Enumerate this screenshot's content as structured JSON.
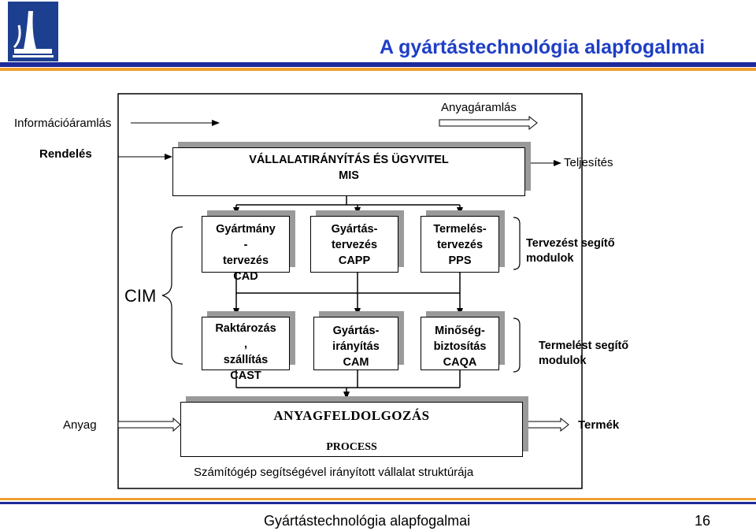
{
  "title": "A gyártástechnológia alapfogalmai",
  "labels": {
    "information_flow": "Információáramlás",
    "material_flow": "Anyagáramlás",
    "order": "Rendelés",
    "fulfillment": "Teljesítés",
    "cim": "CIM",
    "design_support": "Tervezést segítő modulok",
    "production_support": "Termelést segítő modulok",
    "material": "Anyag",
    "product": "Termék",
    "caption": "Számítógép segítségével irányított vállalat struktúrája"
  },
  "boxes": {
    "mis_line1": "VÁLLALATIRÁNYÍTÁS ÉS ÜGYVITEL",
    "mis_line2": "MIS",
    "cad_line1": "Gyártmány",
    "cad_line2": "-",
    "cad_line3": "tervezés",
    "cad_line4": "CAD",
    "capp_line1": "Gyártás-",
    "capp_line2": "tervezés",
    "capp_line3": "CAPP",
    "pps_line1": "Termelés-",
    "pps_line2": "tervezés",
    "pps_line3": "PPS",
    "cast_line1": "Raktározás",
    "cast_line2": ",",
    "cast_line3": "szállítás",
    "cast_line4": "CAST",
    "cam_line1": "Gyártás-",
    "cam_line2": "irányítás",
    "cam_line3": "CAM",
    "caqa_line1": "Minőség-",
    "caqa_line2": "biztosítás",
    "caqa_line3": "CAQA",
    "process_line1": "ANYAGFELDOLGOZÁS",
    "process_line2": "PROCESS"
  },
  "footer": {
    "text": "Gyártástechnológia alapfogalmai",
    "page": "16"
  },
  "colors": {
    "title": "#1f3ec4",
    "rule_blue": "#1d2a99",
    "rule_orange": "#f0a030",
    "shadow": "#9a9a9a",
    "logo_blue": "#1d3f8f"
  }
}
